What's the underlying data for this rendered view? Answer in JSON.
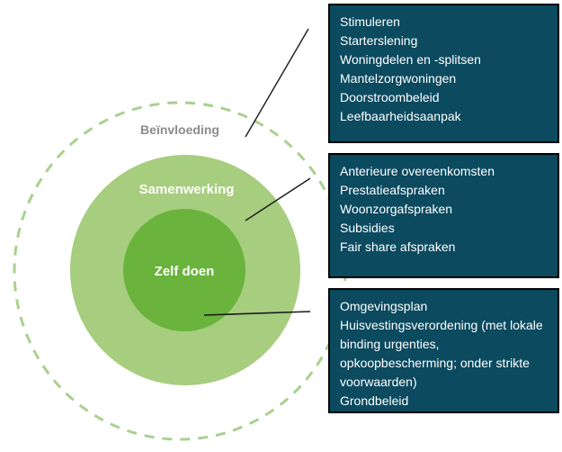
{
  "diagram": {
    "rings": [
      {
        "id": "beinvloeding",
        "label": "Beïnvloeding",
        "style": "dashed-outline",
        "color": "#a9d18e",
        "label_color": "#8c8c8c"
      },
      {
        "id": "samenwerking",
        "label": "Samenwerking",
        "style": "filled",
        "color": "#a7cd7f",
        "label_color": "#ffffff"
      },
      {
        "id": "zelf-doen",
        "label": "Zelf doen",
        "style": "filled",
        "color": "#6ab33c",
        "label_color": "#ffffff"
      }
    ],
    "connector_color": "#1a1a1a"
  },
  "boxes": [
    {
      "linked_ring": "Beïnvloeding",
      "background": "#0b4a5f",
      "border": "#000000",
      "items": [
        "Stimuleren",
        "Starterslening",
        "Woningdelen en -splitsen",
        "Mantelzorgwoningen",
        "Doorstroombeleid",
        "Leefbaarheidsaanpak"
      ]
    },
    {
      "linked_ring": "Samenwerking",
      "background": "#0b4a5f",
      "border": "#000000",
      "items": [
        "Anterieure overeenkomsten",
        "Prestatieafspraken",
        "Woonzorgafspraken",
        "Subsidies",
        "Fair share afspraken"
      ]
    },
    {
      "linked_ring": "Zelf doen",
      "background": "#0b4a5f",
      "border": "#000000",
      "items": [
        "Omgevingsplan",
        "Huisvestingsverordening (met lokale binding urgenties, opkoopbescherming; onder strikte voorwaarden)",
        "Grondbeleid"
      ]
    }
  ]
}
